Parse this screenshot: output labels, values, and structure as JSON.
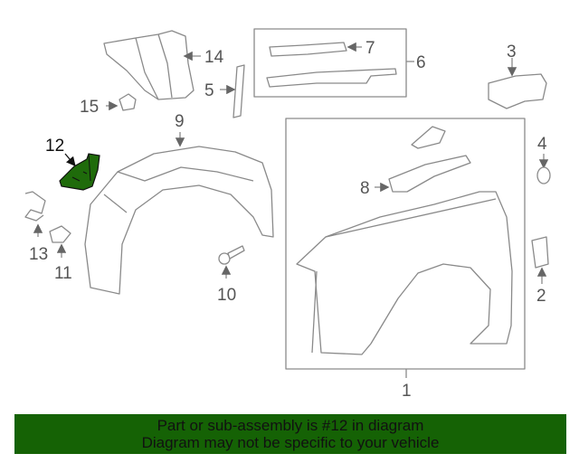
{
  "diagram": {
    "callouts": [
      "1",
      "2",
      "3",
      "4",
      "5",
      "6",
      "7",
      "8",
      "9",
      "10",
      "11",
      "12",
      "13",
      "14",
      "15"
    ],
    "highlighted_part": "12",
    "highlight_color": "#1f6b0b"
  },
  "banner": {
    "line1": "Part or sub-assembly is #12 in diagram",
    "line2": "Diagram may not be specific to your vehicle",
    "background": "#156205"
  }
}
